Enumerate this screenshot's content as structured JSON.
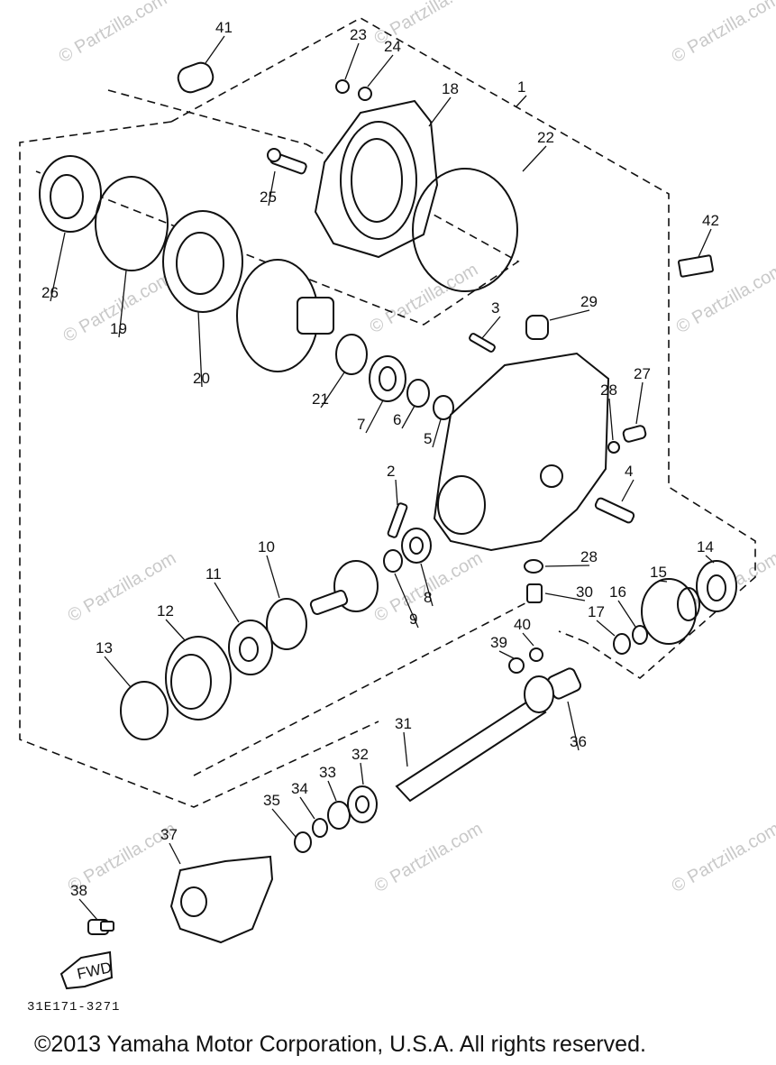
{
  "watermark": "© Partzilla.com",
  "diagram_code": "31E171-3271",
  "copyright": "©2013 Yamaha Motor Corporation, U.S.A. All rights reserved.",
  "fwd_label": "FWD",
  "callouts": [
    "1",
    "2",
    "3",
    "4",
    "5",
    "6",
    "7",
    "8",
    "9",
    "10",
    "11",
    "12",
    "13",
    "14",
    "15",
    "16",
    "17",
    "19",
    "20",
    "21",
    "22",
    "23",
    "24",
    "25",
    "26",
    "27",
    "28",
    "29",
    "30",
    "31",
    "32",
    "33",
    "34",
    "35",
    "36",
    "37",
    "38",
    "39",
    "40",
    "41",
    "42",
    "18",
    "28"
  ]
}
